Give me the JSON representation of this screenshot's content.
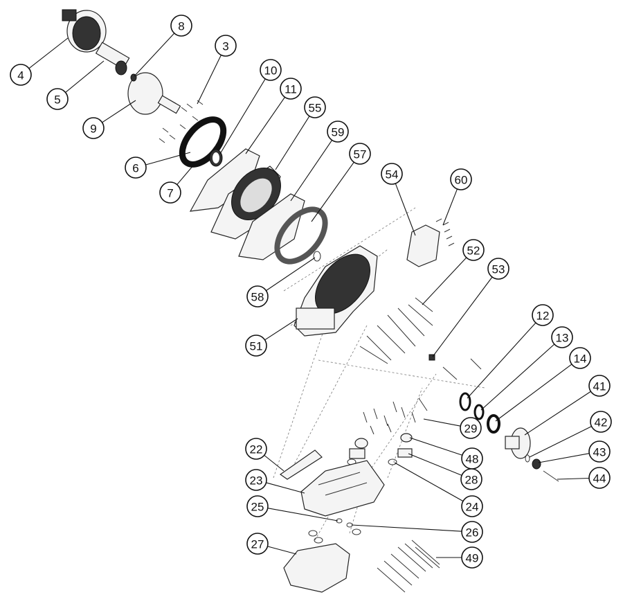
{
  "diagram": {
    "type": "exploded-parts-view",
    "callouts": [
      "8",
      "3",
      "10",
      "11",
      "55",
      "59",
      "57",
      "4",
      "5",
      "9",
      "6",
      "7",
      "54",
      "60",
      "52",
      "53",
      "58",
      "51",
      "12",
      "13",
      "14",
      "41",
      "42",
      "43",
      "44",
      "29",
      "48",
      "28",
      "24",
      "22",
      "23",
      "25",
      "26",
      "27",
      "49"
    ]
  }
}
